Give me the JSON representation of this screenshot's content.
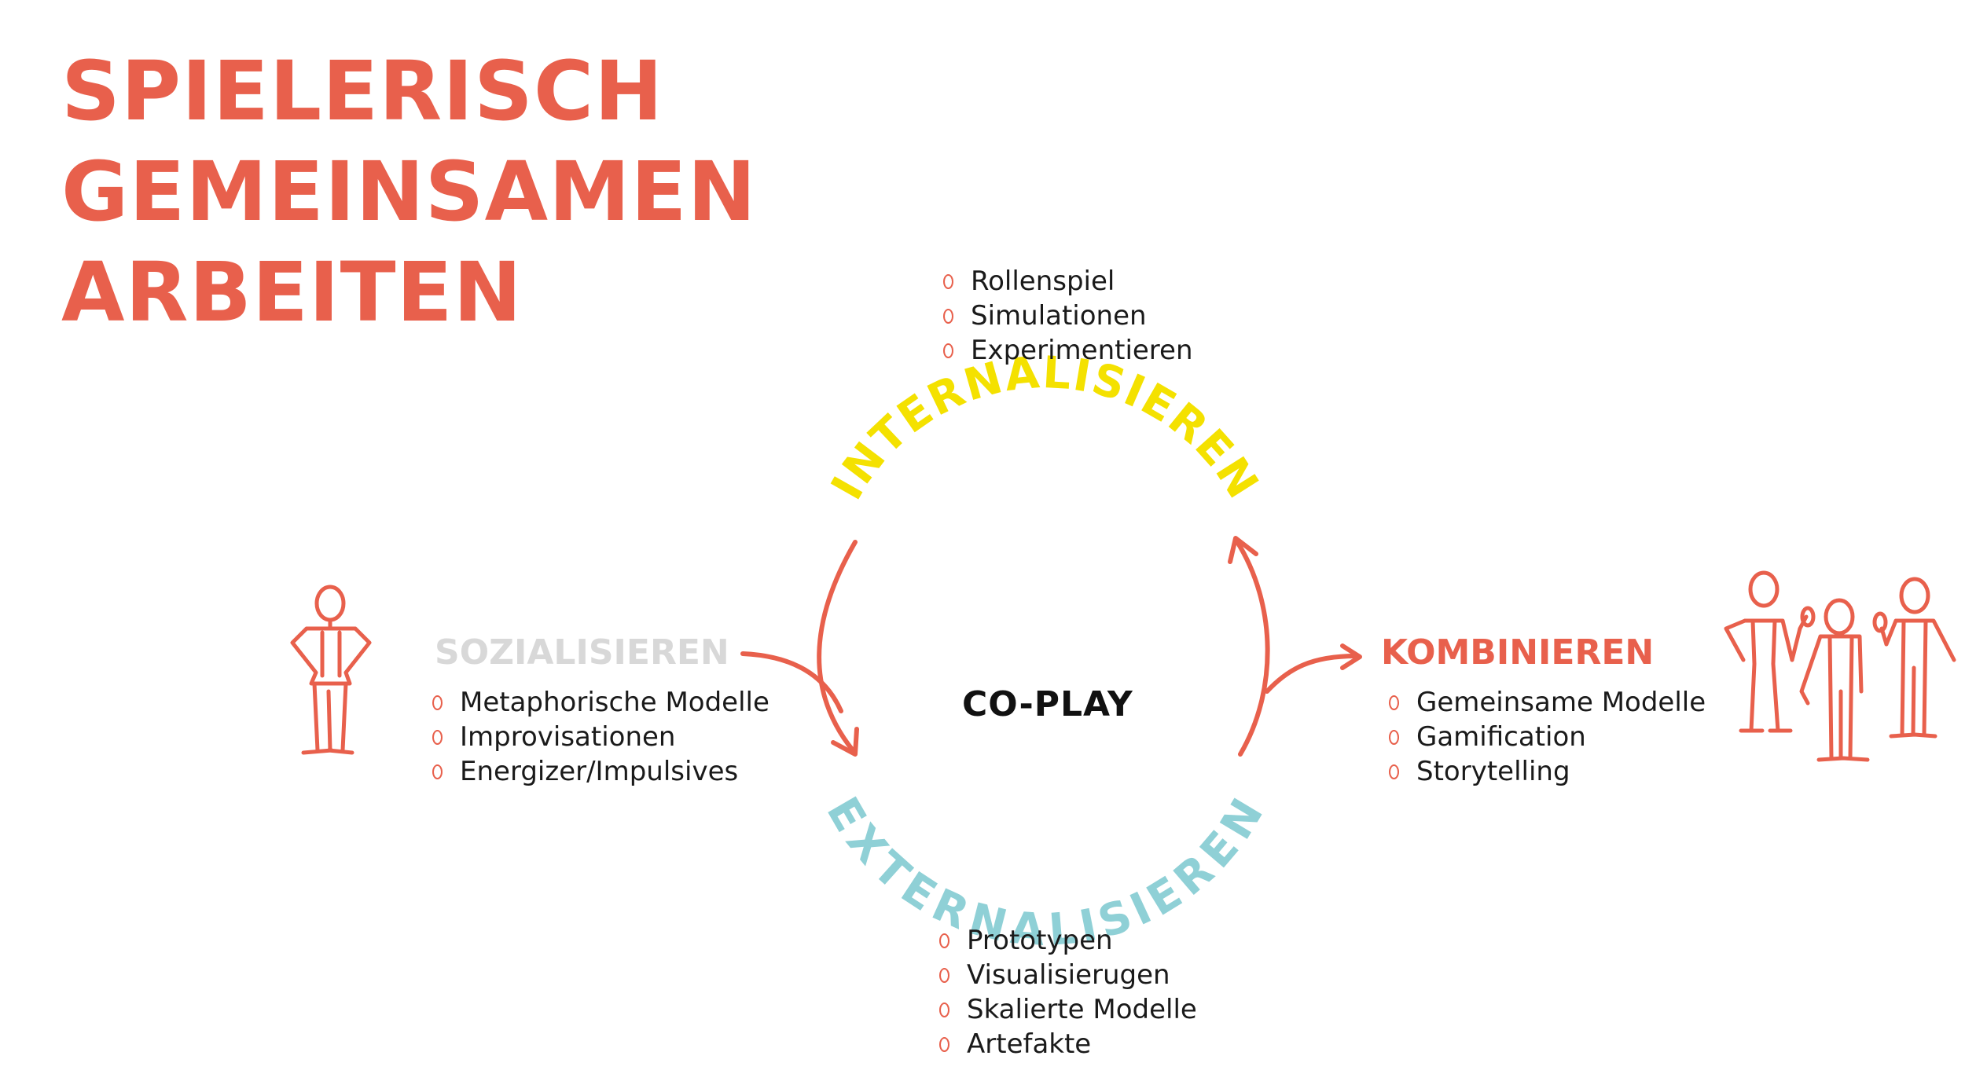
{
  "title": {
    "line1": "SPIELERISCH",
    "line2": "GEMEINSAMEN",
    "line3": "ARBEITEN"
  },
  "center_label": "CO-PLAY",
  "internalisieren": {
    "label": "INTERNALISIEREN",
    "color": "#f4e100",
    "items": [
      "Rollenspiel",
      "Simulationen",
      "Experimentieren"
    ]
  },
  "externalisieren": {
    "label": "EXTERNALISIEREN",
    "color": "#8fd0d6",
    "items": [
      "Prototypen",
      "Visualisierugen",
      "Skalierte Modelle",
      "Artefakte"
    ]
  },
  "sozialisieren": {
    "label": "SOZIALISIEREN",
    "color": "#d8d8d8",
    "items": [
      "Metaphorische Modelle",
      "Improvisationen",
      "Energizer/Impulsives"
    ]
  },
  "kombinieren": {
    "label": "KOMBINIEREN",
    "color": "#e8604c",
    "items": [
      "Gemeinsame Modelle",
      "Gamification",
      "Storytelling"
    ]
  },
  "accent_color": "#e8604c",
  "icons": {
    "left": "person-figure-icon",
    "right": "three-people-icon"
  }
}
